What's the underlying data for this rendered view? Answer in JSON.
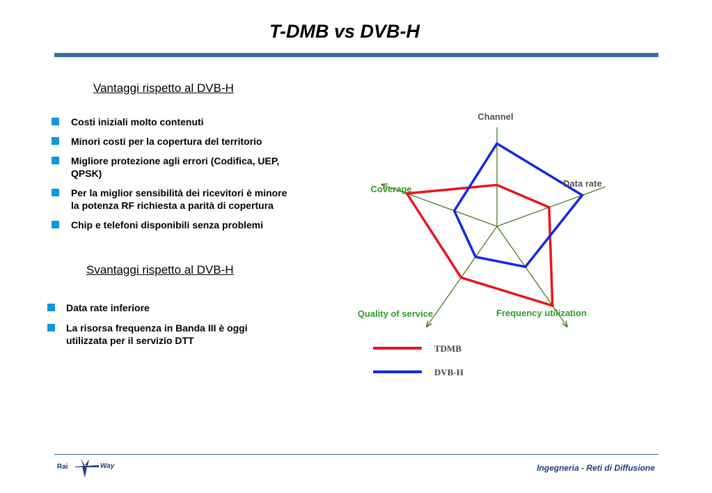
{
  "slide": {
    "title": "T-DMB vs DVB-H",
    "advantages_heading": "Vantaggi rispetto al DVB-H",
    "advantages": [
      "Costi iniziali molto contenuti",
      "Minori costi per la copertura del territorio",
      "Migliore protezione agli errori (Codifica, UEP, QPSK)",
      "Per la miglior sensibilità dei ricevitori è minore la potenza RF richiesta a parità di copertura",
      "Chip e telefoni disponibili senza problemi"
    ],
    "disadvantages_heading": "Svantaggi rispetto al DVB-H",
    "disadvantages": [
      "Data rate inferiore",
      "La risorsa frequenza in Banda III è oggi utilizzata per il servizio DTT"
    ],
    "footer": "Ingegneria - Reti di Diffusione"
  },
  "logo": {
    "left_text": "Rai",
    "right_text": "Way"
  },
  "colors": {
    "accent_rule": "#3a6aa4",
    "bullet": "#1396d6",
    "axis": "#4a7a1e",
    "label_green": "#2e9a2a",
    "label_gray": "#555555",
    "series_tdmb": "#e8141c",
    "series_dvbh": "#1428e0"
  },
  "chart_data": {
    "type": "radar",
    "axes": [
      {
        "name": "Channel",
        "label_color": "gray"
      },
      {
        "name": "Data rate",
        "label_color": "gray"
      },
      {
        "name": "Frequency utilization",
        "label_color": "green"
      },
      {
        "name": "Quality of service",
        "label_color": "green"
      },
      {
        "name": "Coverage",
        "label_color": "green"
      }
    ],
    "scale_max": 1.0,
    "series": [
      {
        "name": "TDMB",
        "color": "#e8141c",
        "values": [
          0.41,
          0.55,
          0.96,
          0.62,
          0.95
        ]
      },
      {
        "name": "DVB-H",
        "color": "#1428e0",
        "values": [
          0.82,
          0.9,
          0.49,
          0.37,
          0.45
        ]
      }
    ],
    "legend": "bottom"
  }
}
